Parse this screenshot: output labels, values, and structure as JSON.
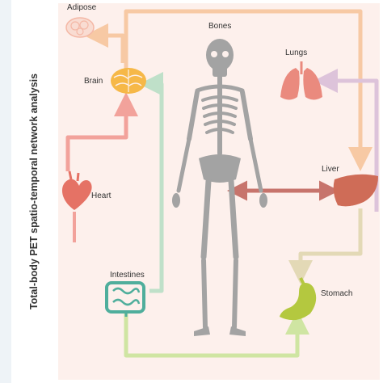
{
  "side_title": "Total-body PET spatio-temporal network analysis",
  "organs": {
    "adipose": "Adipose",
    "bones": "Bones",
    "lungs": "Lungs",
    "brain": "Brain",
    "liver": "Liver",
    "heart": "Heart",
    "intestines": "Intestines",
    "stomach": "Stomach"
  },
  "colors": {
    "panel_bg": "#fdf0ec",
    "orange_path": "#f7c9a4",
    "pink_path": "#f2a29b",
    "green_path": "#bfe0c9",
    "lime_path": "#cfe5a2",
    "tan_path": "#e3d9b6",
    "lavender_path": "#ddc3da",
    "liver_bone_arrow": "#c7746c",
    "skeleton": "#a3a3a3",
    "brain": "#f6b848",
    "heart": "#e57265",
    "lungs": "#ea8a7e",
    "liver": "#cf6c57",
    "intestines": "#4fae9c",
    "stomach": "#b4c83f",
    "adipose": "#f4b8a6"
  }
}
